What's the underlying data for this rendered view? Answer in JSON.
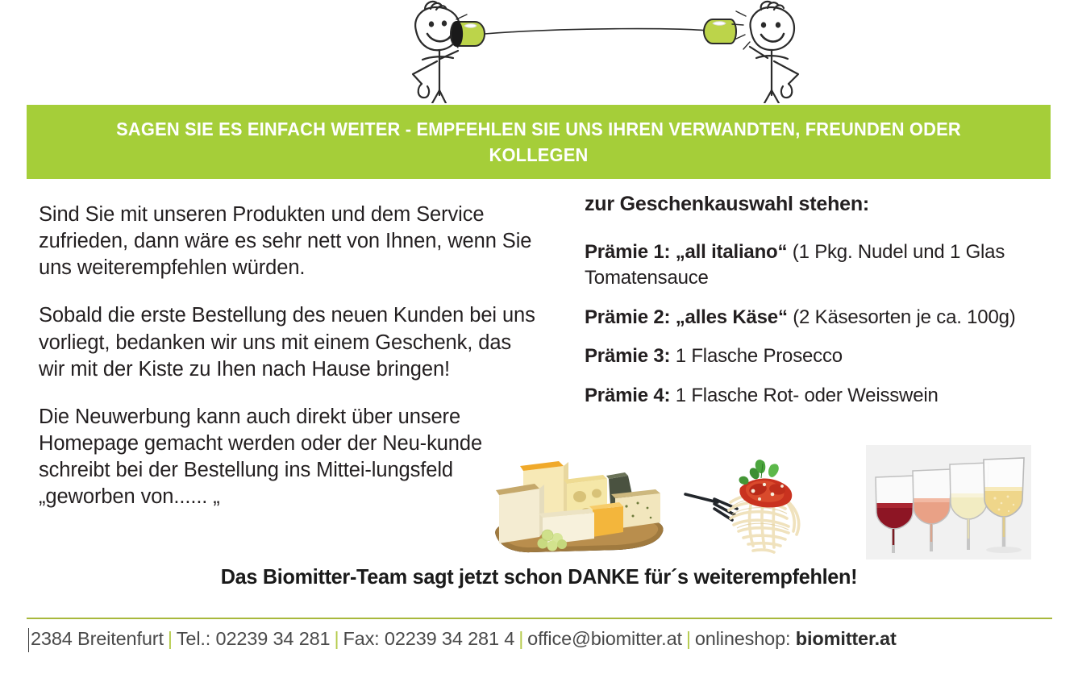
{
  "header": {
    "illustration_name": "two-stick-figures-tin-can-telephone",
    "left_figure": "stick-figure-speaking-into-can",
    "right_figure": "stick-figure-listening-to-can",
    "string": "taut-string-between-cans",
    "can_color": "#bcd44a"
  },
  "banner": {
    "text": "SAGEN SIE ES EINFACH WEITER - EMPFEHLEN SIE UNS IHREN VERWANDTEN, FREUNDEN ODER KOLLEGEN",
    "background_color": "#a5ce39",
    "text_color": "#ffffff"
  },
  "left_column": {
    "paragraphs": [
      "Sind Sie mit unseren Produkten und dem Service zufrieden, dann wäre es sehr nett von Ihnen, wenn Sie uns weiterempfehlen würden.",
      "Sobald die erste Bestellung des neuen Kunden bei uns vorliegt, bedanken wir uns mit einem Geschenk, das wir mit der Kiste zu Ihen nach Hause bringen!",
      "Die Neuwerbung kann auch direkt über unsere Homepage gemacht werden oder der Neu-kunde schreibt bei der Bestellung ins Mittei-lungsfeld „geworben von...... „"
    ]
  },
  "right_column": {
    "heading": "zur Geschenkauswahl stehen:",
    "premien": [
      {
        "label": "Prämie 1:",
        "name": " „all italiano“",
        "detail": " (1 Pkg. Nudel und 1 Glas Tomatensauce"
      },
      {
        "label": "Prämie 2:",
        "name": " „alles Käse“",
        "detail": " (2 Käsesorten je ca. 100g)"
      },
      {
        "label": "Prämie 3:",
        "name": "",
        "detail": "  1 Flasche Prosecco"
      },
      {
        "label": "Prämie 4:",
        "name": "",
        "detail": "  1 Flasche  Rot- oder Weisswein"
      }
    ]
  },
  "photos": [
    {
      "name": "cheese-platter-photo",
      "caption": "Käseplatte auf Holzbrett mit Weintrauben"
    },
    {
      "name": "spaghetti-fork-photo",
      "caption": "Spaghetti mit Tomatensauce auf Gabel"
    },
    {
      "name": "wine-glasses-photo",
      "caption": "Vier Weingläser: Rotwein, Rosé, Weisswein, Weisswein"
    }
  ],
  "closing": {
    "text": "Das Biomitter-Team sagt jetzt schon DANKE für´s weiterempfehlen!"
  },
  "footer": {
    "address": "2384 Breitenfurt",
    "phone": "Tel.: 02239 34 281",
    "fax": "Fax: 02239 34 281 4",
    "email": "office@biomitter.at",
    "shop_label": "onlineshop:",
    "shop": "biomitter.at",
    "separator": "|",
    "rule_color": "#a8b83c",
    "separator_color": "#b5cb4c"
  }
}
